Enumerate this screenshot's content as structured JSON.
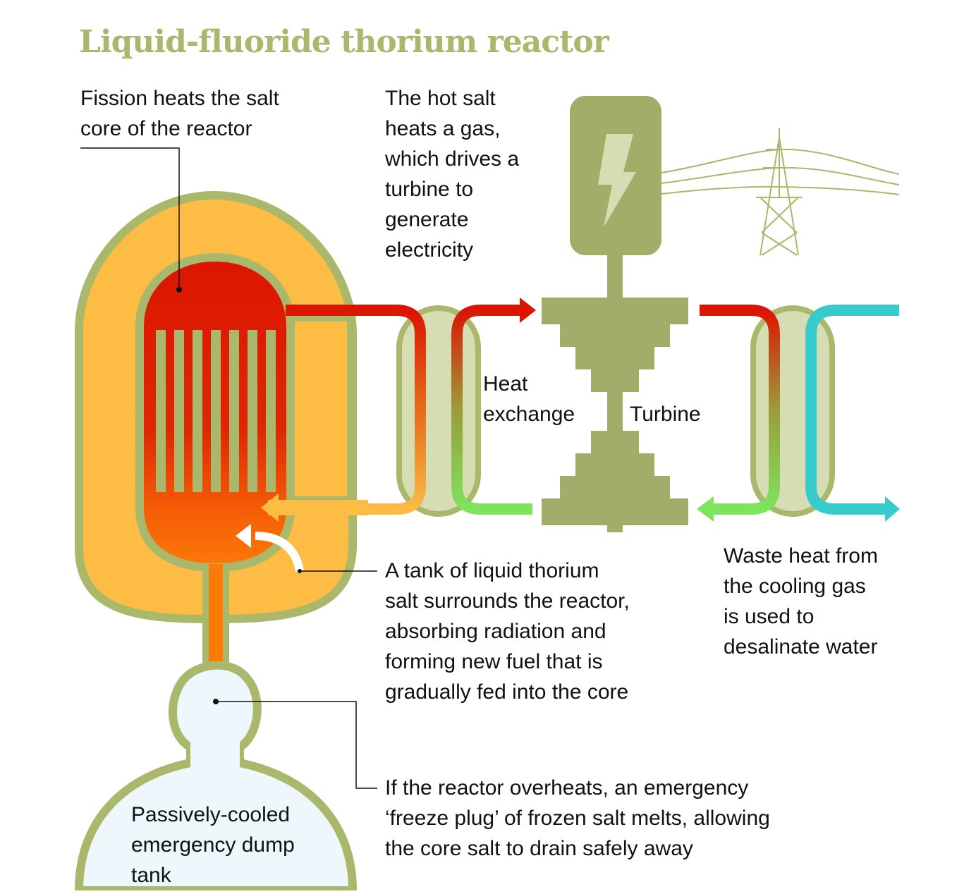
{
  "title": "Liquid-fluoride thorium reactor",
  "labels": {
    "fission": [
      "Fission heats the salt",
      "core of the reactor"
    ],
    "hot_salt": [
      "The hot salt",
      "heats a gas,",
      "which drives a",
      "turbine to",
      "generate",
      "electricity"
    ],
    "heat_exchange": [
      "Heat",
      "exchange"
    ],
    "turbine": "Turbine",
    "waste_heat": [
      "Waste heat from",
      "the cooling gas",
      "is used to",
      "desalinate water"
    ],
    "thorium_tank": [
      "A tank of liquid thorium",
      "salt surrounds the reactor,",
      "absorbing radiation and",
      "forming new fuel that is",
      "gradually fed into the core"
    ],
    "overheat": [
      "If the reactor overheats, an emergency",
      "‘freeze plug’ of frozen salt melts, allowing",
      "the core salt to drain safely away"
    ],
    "dump_tank": [
      "Passively-cooled",
      "emergency dump",
      "tank"
    ]
  },
  "icons": [
    "lightning-bolt-icon",
    "power-pylon-icon"
  ],
  "colors": {
    "title": "#a9b86b",
    "outline_green": "#a9b86b",
    "dark_green": "#a2ad6a",
    "thorium_salt": "#fdbd45",
    "core_red": "#dc1502",
    "core_orange": "#fb7a08",
    "hot_pipe": "#dc1502",
    "warm_pipe": "#fcbb45",
    "cool_pipe": "#7ee35d",
    "water": "#38cbcb",
    "exchanger_fill": "#d6ddb3",
    "dump_fill": "#eef7fb"
  }
}
